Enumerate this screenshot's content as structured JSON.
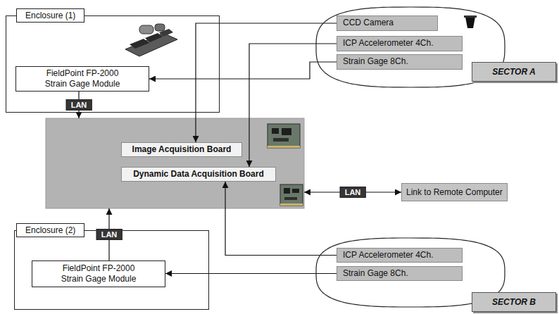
{
  "diagram": {
    "nodes": [
      {
        "text": [
          "Enclosure (1)"
        ]
      },
      {
        "text": [
          "FieldPoint FP-2000 Strain Gage Module"
        ],
        "in": 0
      },
      {
        "text": [
          "SECTOR A"
        ]
      },
      {
        "text": [
          "CCD Camera"
        ],
        "in": 2
      },
      {
        "text": [
          "ICP Accelerometer 4Ch."
        ],
        "in": 2
      },
      {
        "text": [
          "Strain Gage 8Ch."
        ],
        "in": 2
      },
      {
        "text": []
      },
      {
        "text": [
          "Image Acquisition Board"
        ],
        "in": 6
      },
      {
        "text": [
          "Dynamic Data Acquisition Board"
        ],
        "in": 6
      },
      {
        "text": [
          "Link to Remote Computer"
        ]
      },
      {
        "text": [
          "Enclosure (2)"
        ]
      },
      {
        "text": [
          "FieldPoint FP-2000 Strain Gage Module"
        ],
        "in": 10
      },
      {
        "text": [
          "SECTOR B"
        ]
      },
      {
        "text": [
          "ICP Accelerometer 4Ch."
        ],
        "in": 12
      },
      {
        "text": [
          "Strain Gage 8Ch."
        ],
        "in": 12
      }
    ],
    "edges": [
      {
        "from": 3,
        "to": 7,
        "arrow": "to"
      },
      {
        "from": 4,
        "to": 8,
        "arrow": "to"
      },
      {
        "from": 5,
        "to": 1,
        "arrow": "to"
      },
      {
        "from": 1,
        "to": 6,
        "label": "LAN",
        "arrow": "to"
      },
      {
        "from": 11,
        "to": 6,
        "label": "LAN",
        "arrow": "to"
      },
      {
        "from": 6,
        "to": 9,
        "label": "LAN",
        "arrow": "both"
      },
      {
        "from": 13,
        "to": 8,
        "arrow": "to"
      },
      {
        "from": 14,
        "to": 11,
        "arrow": "to"
      }
    ]
  }
}
